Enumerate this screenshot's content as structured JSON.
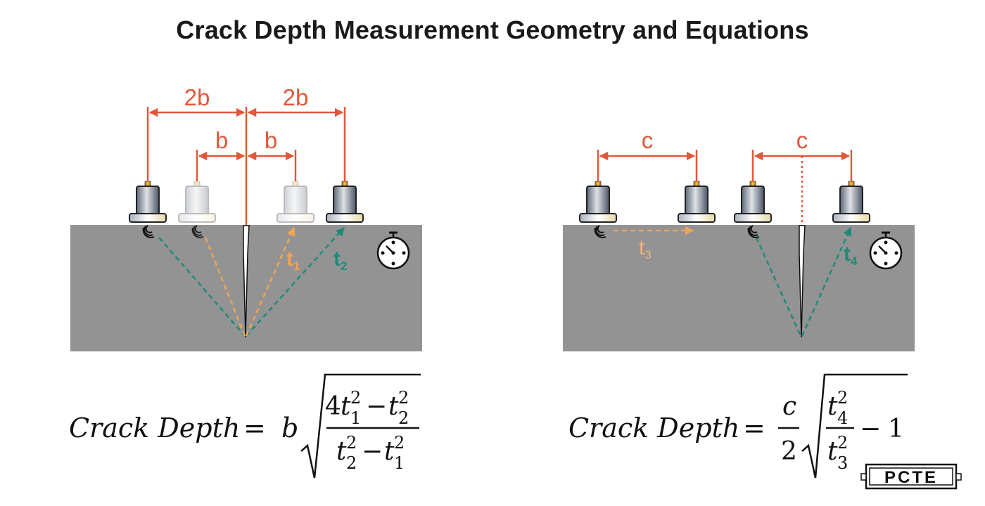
{
  "title": "Crack Depth Measurement Geometry and Equations",
  "left": {
    "dim_outer_left": "2b",
    "dim_outer_right": "2b",
    "dim_inner_left": "b",
    "dim_inner_right": "b",
    "t1": {
      "base": "t",
      "sub": "1"
    },
    "t2": {
      "base": "t",
      "sub": "2"
    },
    "equation": {
      "lhs": "Crack Depth",
      "eq": "=",
      "coef": "b",
      "num_coef": "4",
      "t": "t",
      "minus": "−",
      "sup": "2",
      "sub1": "1",
      "sub2": "2"
    }
  },
  "right": {
    "dim_left": "c",
    "dim_right": "c",
    "t3": {
      "base": "t",
      "sub": "3"
    },
    "t4": {
      "base": "t",
      "sub": "4"
    },
    "equation": {
      "lhs": "Crack Depth",
      "eq": "=",
      "frac_num": "c",
      "frac_den": "2",
      "t": "t",
      "sup": "2",
      "sub3": "3",
      "sub4": "4",
      "minus": "−",
      "one": "1"
    }
  },
  "logo": "PCTE",
  "colors": {
    "dimension": "#e0583a",
    "teal_path": "#1f8a7a",
    "orange_path": "#f0a456",
    "concrete": "#939393",
    "t3_label": "#f2b27a"
  }
}
